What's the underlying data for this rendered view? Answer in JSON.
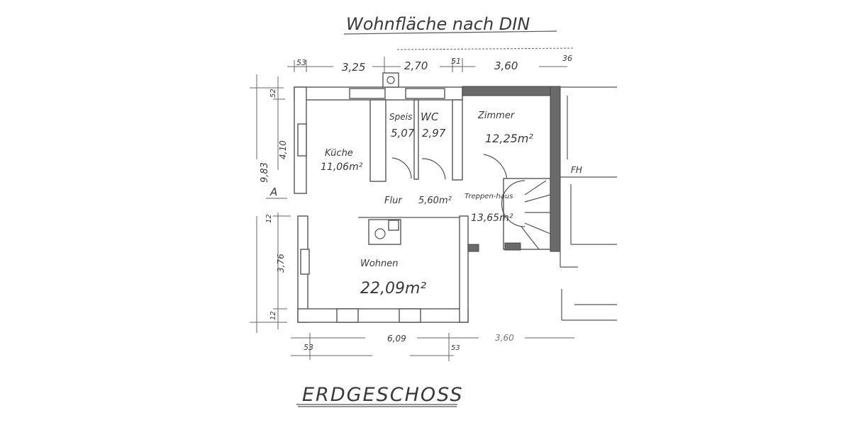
{
  "title": "Wohnfläche nach DIN",
  "floor_label": "ERDGESCHOSS",
  "rooms": [
    {
      "name": "Küche",
      "area": "11,06m²"
    },
    {
      "name": "Speis",
      "area": "5,07"
    },
    {
      "name": "WC",
      "area": "2,97"
    },
    {
      "name": "Zimmer",
      "area": "12,25m²"
    },
    {
      "name": "Flur",
      "area": "5,60m²"
    },
    {
      "name": "Treppen-haus",
      "area": "13,65m²"
    },
    {
      "name": "Wohnen",
      "area": "22,09m²"
    }
  ],
  "dimensions": {
    "top": [
      "53",
      "3,25",
      "2,70",
      "51",
      "3,60",
      "36"
    ],
    "left": [
      "9,83",
      "4,10",
      "52",
      "12",
      "3,76",
      "12"
    ],
    "bottom": [
      "53",
      "6,09",
      "53",
      "3,60"
    ]
  },
  "section_marker": "A",
  "neighbor_label": "FH"
}
